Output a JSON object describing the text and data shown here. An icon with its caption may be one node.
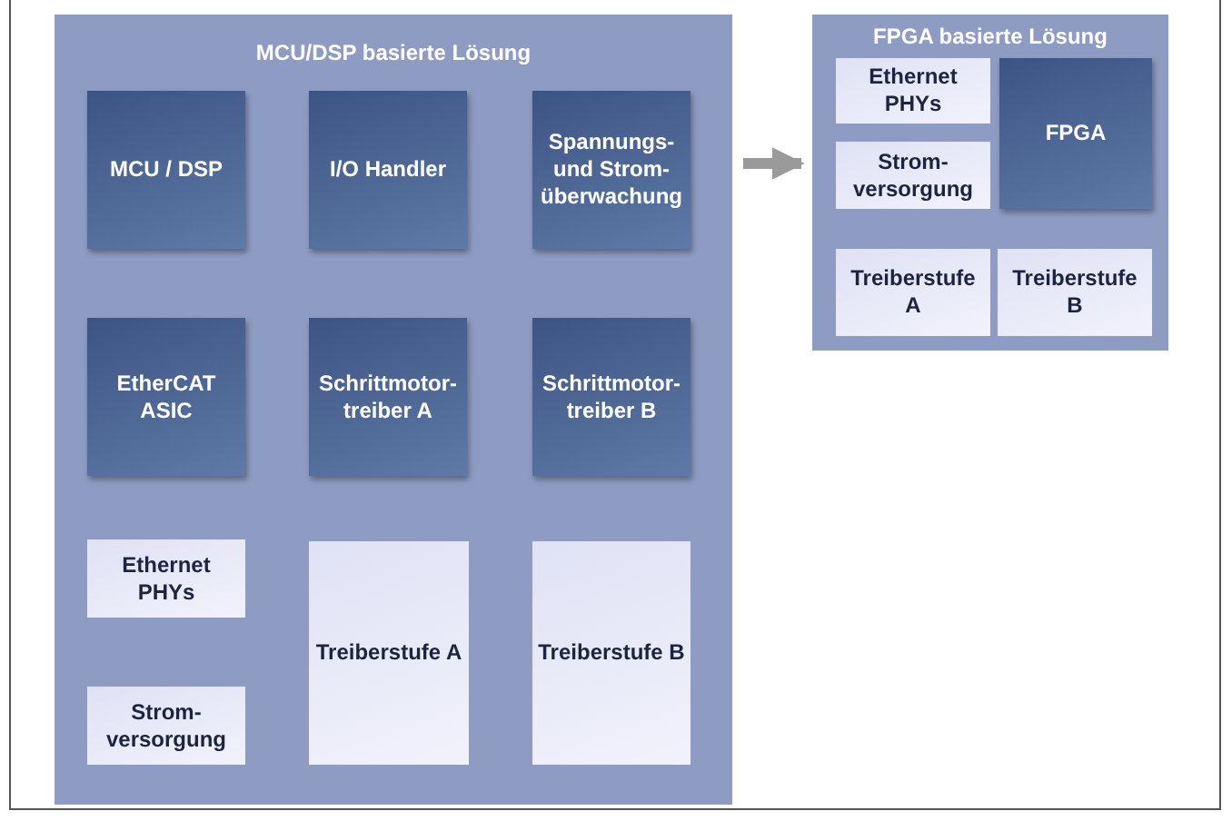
{
  "diagram": {
    "nodes": [
      {
        "text": [
          "MCU/DSP basierte Lösung"
        ]
      },
      {
        "text": [
          "MCU / DSP"
        ],
        "in": 0
      },
      {
        "text": [
          "I/O Handler"
        ],
        "in": 0
      },
      {
        "text": [
          "Spannungs- und Strom-überwachung"
        ],
        "in": 0
      },
      {
        "text": [
          "EtherCAT ASIC"
        ],
        "in": 0
      },
      {
        "text": [
          "Schrittmotor-treiber A"
        ],
        "in": 0
      },
      {
        "text": [
          "Schrittmotor-treiber B"
        ],
        "in": 0
      },
      {
        "text": [
          "Ethernet PHYs"
        ],
        "in": 0
      },
      {
        "text": [
          "Treiberstufe A"
        ],
        "in": 0
      },
      {
        "text": [
          "Treiberstufe B"
        ],
        "in": 0
      },
      {
        "text": [
          "Strom-versorgung"
        ],
        "in": 0
      },
      {
        "text": [
          "FPGA basierte Lösung"
        ]
      },
      {
        "text": [
          "Ethernet PHYs"
        ],
        "in": 11
      },
      {
        "text": [
          "FPGA"
        ],
        "in": 11
      },
      {
        "text": [
          "Strom-versorgung"
        ],
        "in": 11
      },
      {
        "text": [
          "Treiberstufe A"
        ],
        "in": 11
      },
      {
        "text": [
          "Treiberstufe B"
        ],
        "in": 11
      }
    ],
    "edges": [
      {
        "from": 0,
        "to": 11,
        "arrow": "to"
      }
    ]
  }
}
